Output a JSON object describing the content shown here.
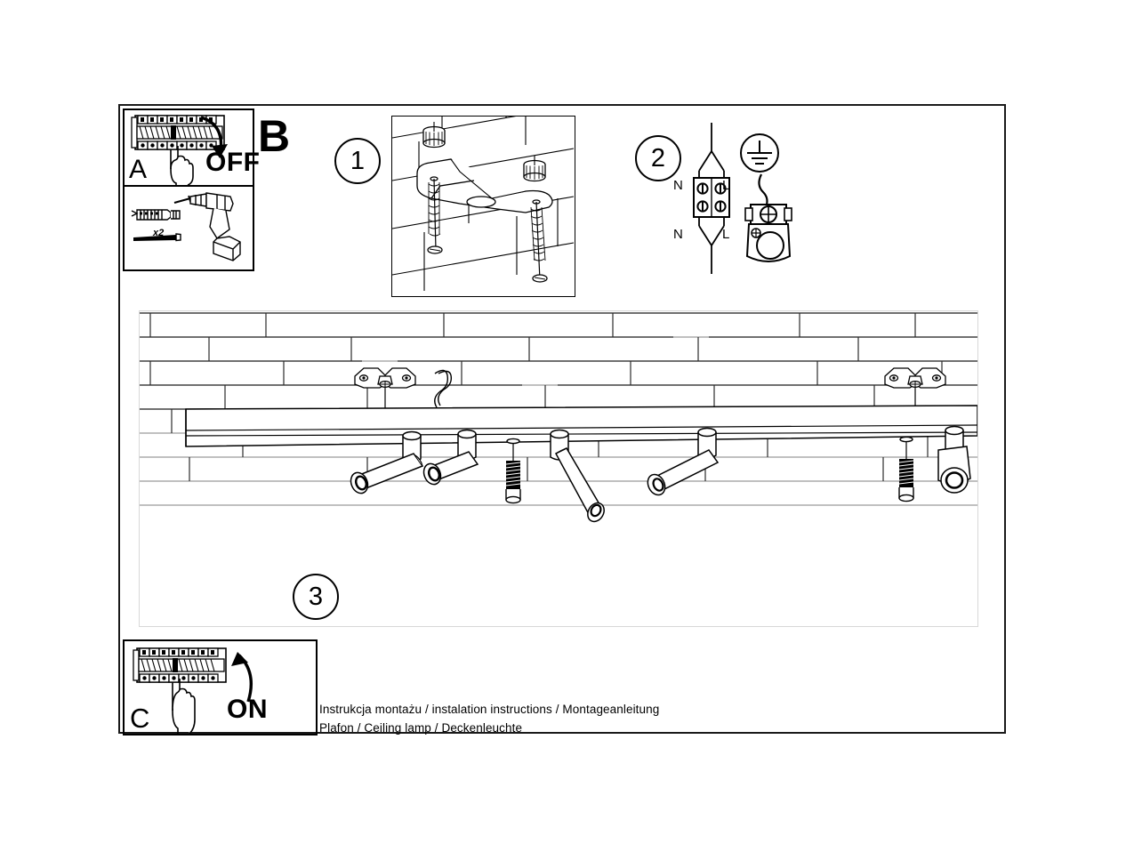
{
  "document": {
    "type": "installation-instruction-sheet",
    "product": "Plafon / Ceiling lamp / Deckenleuchte"
  },
  "panels": {
    "a": {
      "letter": "A",
      "action_label": "OFF",
      "icons": [
        "circuit-breaker-panel-icon",
        "hand-pointing-icon",
        "curved-arrow-down-icon"
      ]
    },
    "a_tools": {
      "quantity_label": "x2",
      "icons": [
        "wall-plug-icon",
        "screw-icon",
        "power-drill-icon"
      ]
    },
    "b": {
      "letter": "B"
    },
    "c": {
      "letter": "C",
      "action_label": "ON",
      "icons": [
        "circuit-breaker-panel-icon",
        "hand-pointing-icon",
        "curved-arrow-up-icon"
      ]
    }
  },
  "steps": [
    {
      "number": "1",
      "icons": [
        "mounting-bracket-icon",
        "wall-plug-icon",
        "screw-icon",
        "brick-wall-icon"
      ]
    },
    {
      "number": "2",
      "icons": [
        "terminal-block-icon",
        "earth-ground-symbol-icon",
        "earth-clamp-icon"
      ]
    },
    {
      "number": "3",
      "icons": [
        "ceiling-lamp-bar-icon",
        "spotlight-icon",
        "brick-wall-icon"
      ]
    }
  ],
  "wiring": {
    "top_left_label": "N",
    "top_right_label": "L",
    "bottom_left_label": "N",
    "bottom_right_label": "L"
  },
  "footer": {
    "line1": "Instrukcja montażu / instalation instructions / Montageanleitung",
    "line2": "Plafon / Ceiling lamp / Deckenleuchte"
  },
  "colors": {
    "ink": "#000000",
    "border": "#1a1a1a",
    "light_grey": "#d8d8d8",
    "mid_grey": "#888888"
  }
}
